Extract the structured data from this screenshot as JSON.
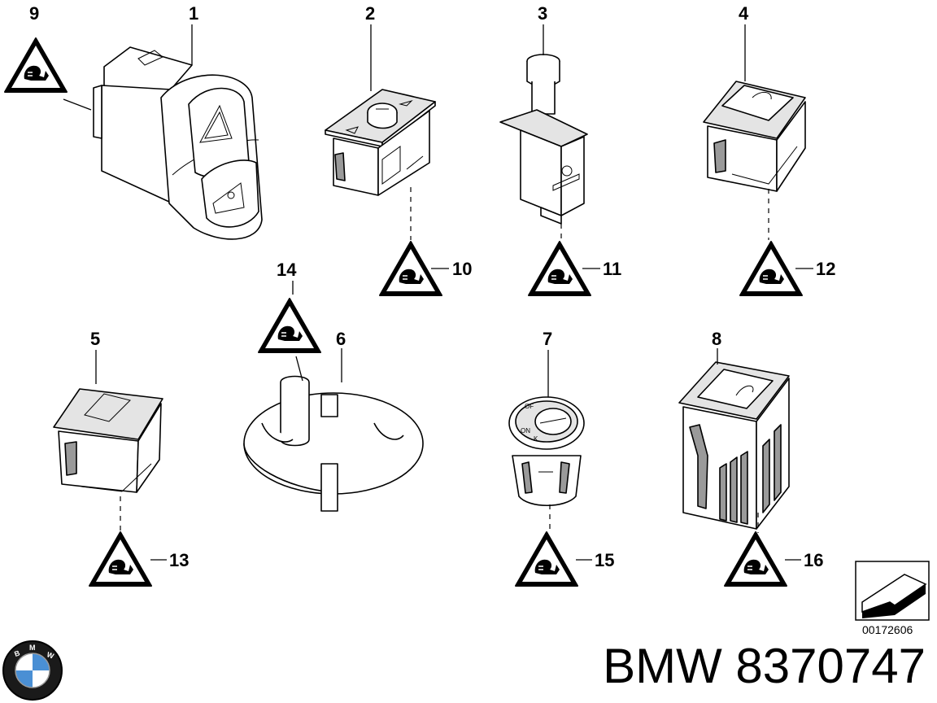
{
  "diagram": {
    "part_numbers": [
      "1",
      "2",
      "3",
      "4",
      "5",
      "6",
      "7",
      "8"
    ],
    "warning_numbers": [
      "9",
      "10",
      "11",
      "12",
      "13",
      "14",
      "15",
      "16"
    ],
    "drawing_code": "00172606",
    "brand_caption": "BMW 8370747",
    "part7_labels": {
      "off": "OF",
      "on": "ON",
      "k": "K"
    },
    "logo": {
      "lettering": "BMW",
      "colors": [
        "#000000",
        "#4a8fd4",
        "#ffffff"
      ]
    }
  }
}
